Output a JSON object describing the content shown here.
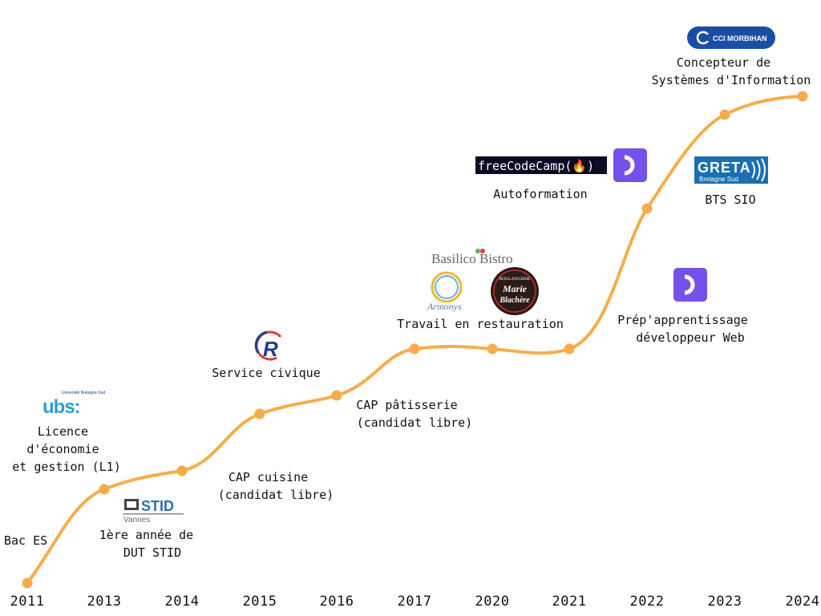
{
  "timeline": {
    "curve_color": "#f5ad4a",
    "years": [
      "2011",
      "2013",
      "2014",
      "2015",
      "2016",
      "2017",
      "2020",
      "2021",
      "2022",
      "2023",
      "2024"
    ],
    "milestones": [
      {
        "year": "2011",
        "label": [
          "Bac ES"
        ]
      },
      {
        "year": "2013",
        "label": [
          "Licence",
          "d'économie",
          "et gestion (L1)"
        ],
        "logo": "ubs-logo"
      },
      {
        "year": "2014",
        "label": [
          "1ère année de",
          "DUT STID"
        ],
        "logo": "stid-vannes-logo"
      },
      {
        "year": "2015",
        "label": [
          "CAP cuisine",
          "(candidat libre)"
        ]
      },
      {
        "year": "2015",
        "label": [
          "Service civique"
        ],
        "logo": "r-circle-logo"
      },
      {
        "year": "2016",
        "label": [
          "CAP pâtisserie",
          "(candidat libre)"
        ]
      },
      {
        "year": "2017",
        "label": [
          "Travail en restauration"
        ],
        "logos": [
          "basilico-bistro-logo",
          "armonys-logo",
          "marie-blachere-logo"
        ]
      },
      {
        "year": "2020",
        "label": [
          "Autoformation"
        ],
        "logos": [
          "freecodecamp-logo",
          "openclassrooms-logo"
        ]
      },
      {
        "year": "2022",
        "label": [
          "Prép'apprentissage",
          "développeur Web"
        ],
        "logo": "openclassrooms-logo"
      },
      {
        "year": "2023",
        "label": [
          "BTS SIO"
        ],
        "logo": "greta-logo"
      },
      {
        "year": "2024",
        "label": [
          "Concepteur de",
          "Systèmes d'Information"
        ],
        "logo": "cci-morbihan-logo"
      }
    ]
  },
  "logos": {
    "ubs": {
      "small": "Université Bretagne Sud",
      "main": "ubs:"
    },
    "stid": {
      "main": "STID",
      "sub": "Vannes"
    },
    "r": {
      "main": "R"
    },
    "basilico": {
      "main": "Basilico Bistro"
    },
    "armonys": {
      "main": "Armonys"
    },
    "marie": {
      "top": "BOULANGERIE",
      "main1": "Marie",
      "main2": "Blachère"
    },
    "freecodecamp": {
      "main": "freeCodeCamp(🔥)"
    },
    "greta": {
      "main": "GRETA",
      "sub": "Bretagne Sud"
    },
    "cci": {
      "main": "CCI MORBIHAN"
    }
  }
}
